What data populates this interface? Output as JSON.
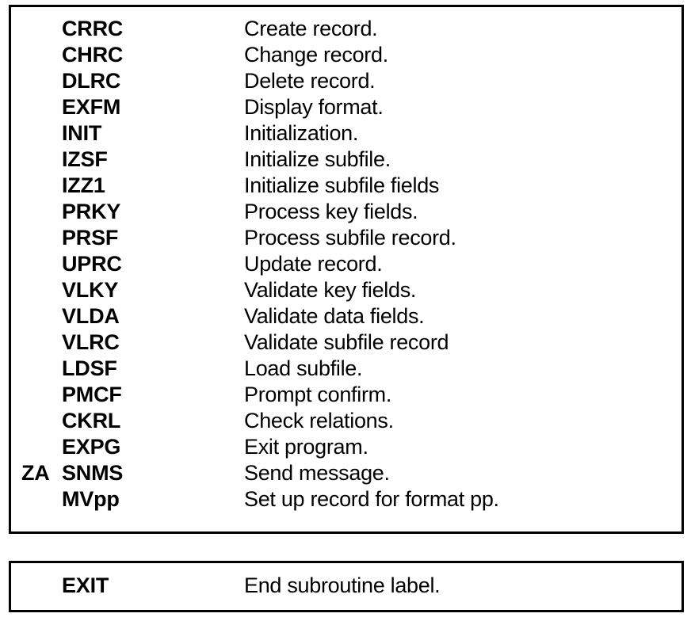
{
  "document": {
    "type": "subroutine-reference-table",
    "panels": [
      {
        "id": "main-panel",
        "name": "subroutine-list-panel",
        "rows": [
          {
            "prefix": "",
            "code": "CRRC",
            "description": "Create record."
          },
          {
            "prefix": "",
            "code": "CHRC",
            "description": "Change record."
          },
          {
            "prefix": "",
            "code": "DLRC",
            "description": "Delete record."
          },
          {
            "prefix": "",
            "code": "EXFM",
            "description": "Display format."
          },
          {
            "prefix": "",
            "code": "INIT",
            "description": "Initialization."
          },
          {
            "prefix": "",
            "code": "IZSF",
            "description": "Initialize subfile."
          },
          {
            "prefix": "",
            "code": "IZZ1",
            "description": "Initialize subfile fields"
          },
          {
            "prefix": "",
            "code": "PRKY",
            "description": "Process key fields."
          },
          {
            "prefix": "",
            "code": "PRSF",
            "description": "Process subfile record."
          },
          {
            "prefix": "",
            "code": "UPRC",
            "description": "Update record."
          },
          {
            "prefix": "",
            "code": "VLKY",
            "description": "Validate key fields."
          },
          {
            "prefix": "",
            "code": "VLDA",
            "description": "Validate data fields."
          },
          {
            "prefix": "",
            "code": "VLRC",
            "description": "Validate subfile record"
          },
          {
            "prefix": "",
            "code": "LDSF",
            "description": "Load subfile."
          },
          {
            "prefix": "",
            "code": "PMCF",
            "description": "Prompt confirm."
          },
          {
            "prefix": "",
            "code": "CKRL",
            "description": "Check relations."
          },
          {
            "prefix": "",
            "code": "EXPG",
            "description": "Exit program."
          },
          {
            "prefix": "ZA",
            "code": "SNMS",
            "description": "Send message."
          },
          {
            "prefix": "",
            "code": "MVpp",
            "description": "Set up record for format pp."
          }
        ]
      },
      {
        "id": "exit-panel",
        "name": "exit-label-panel",
        "rows": [
          {
            "prefix": "",
            "code": "EXIT",
            "description": "End subroutine label."
          }
        ]
      }
    ]
  },
  "colors": {
    "text": "#000000",
    "background": "#ffffff",
    "border": "#000000"
  }
}
